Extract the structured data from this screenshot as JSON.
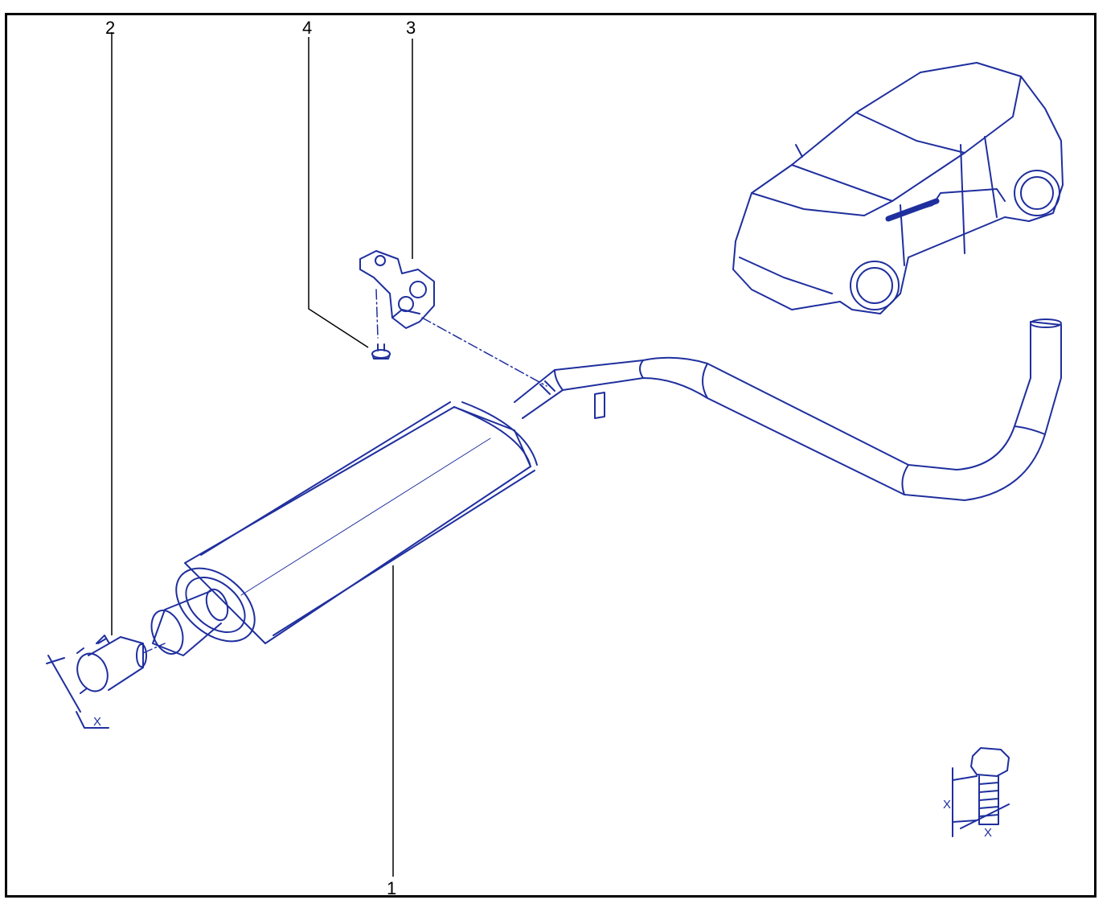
{
  "diagram": {
    "line_color": "#1f2f9e",
    "callouts": [
      {
        "id": "1",
        "label": "1",
        "part": "muffler-exhaust-pipe"
      },
      {
        "id": "2",
        "label": "2",
        "part": "pipe-clamp-sleeve"
      },
      {
        "id": "3",
        "label": "3",
        "part": "exhaust-mount-bracket"
      },
      {
        "id": "4",
        "label": "4",
        "part": "bolt"
      }
    ],
    "dimension_marks": {
      "clamp_mark": "X",
      "bolt_length_mark": "X",
      "bolt_diameter_mark": "X"
    }
  }
}
